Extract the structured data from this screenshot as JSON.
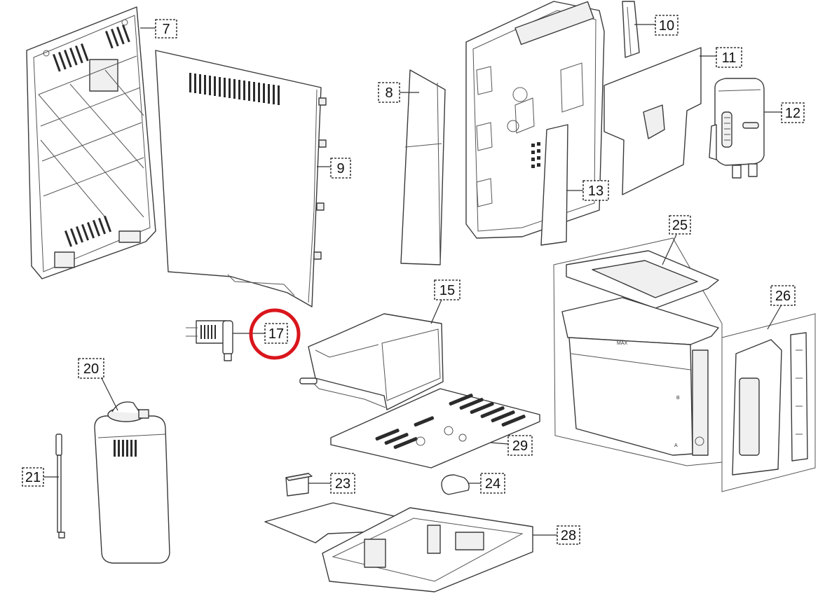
{
  "diagram": {
    "callouts": [
      {
        "id": "7",
        "label": "7"
      },
      {
        "id": "8",
        "label": "8"
      },
      {
        "id": "9",
        "label": "9"
      },
      {
        "id": "10",
        "label": "10"
      },
      {
        "id": "11",
        "label": "11"
      },
      {
        "id": "12",
        "label": "12"
      },
      {
        "id": "13",
        "label": "13"
      },
      {
        "id": "15",
        "label": "15"
      },
      {
        "id": "17",
        "label": "17",
        "highlighted": true
      },
      {
        "id": "20",
        "label": "20"
      },
      {
        "id": "21",
        "label": "21"
      },
      {
        "id": "23",
        "label": "23"
      },
      {
        "id": "24",
        "label": "24"
      },
      {
        "id": "25",
        "label": "25"
      },
      {
        "id": "26",
        "label": "26"
      },
      {
        "id": "28",
        "label": "28"
      },
      {
        "id": "29",
        "label": "29"
      }
    ],
    "tank_markings": {
      "max": "MAX",
      "b": "B",
      "a": "A"
    },
    "highlight_color": "#d9161c",
    "line_color": "#3a3a3a"
  }
}
